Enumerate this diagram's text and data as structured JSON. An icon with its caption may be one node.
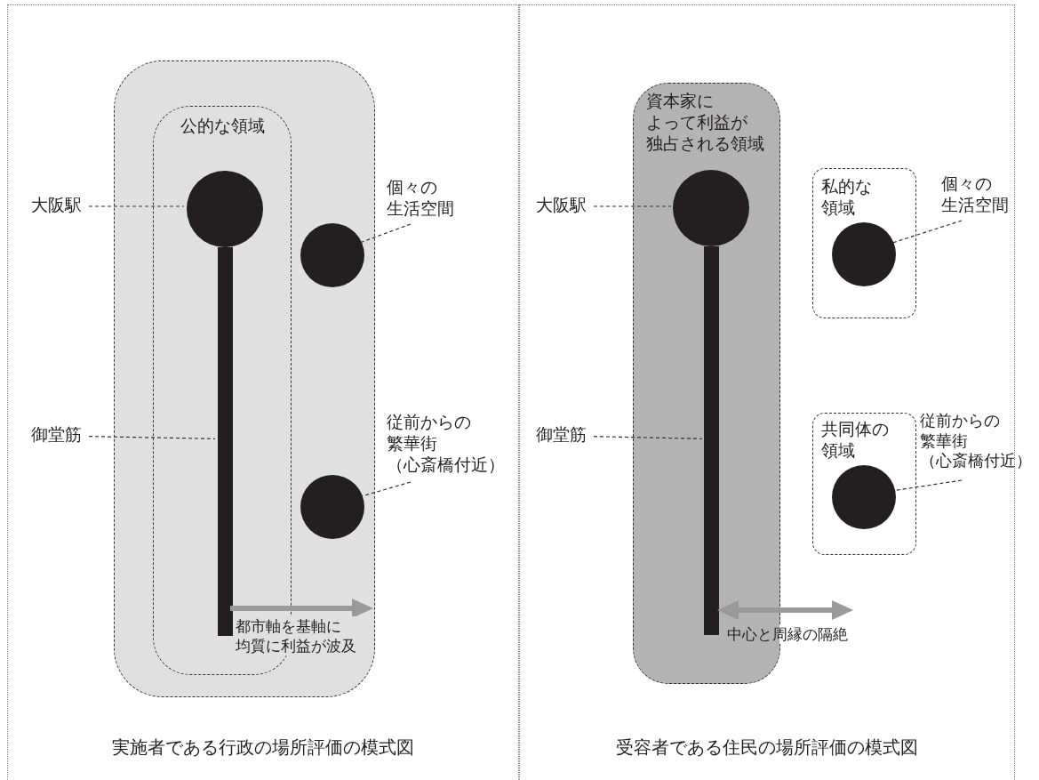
{
  "diagram": {
    "nodes": [
      {
        "text": [
          "実施者である行政の場所評価の模式図"
        ]
      },
      {
        "text": [],
        "shape": "box",
        "in": 0
      },
      {
        "text": [
          "公的な領域"
        ],
        "in": 1
      },
      {
        "text": [],
        "shape": "circle",
        "in": 2
      },
      {
        "text": [],
        "shape": "bar",
        "in": 2
      },
      {
        "text": [],
        "shape": "circle",
        "in": 1
      },
      {
        "text": [],
        "shape": "circle",
        "in": 1
      },
      {
        "text": [
          "大阪駅"
        ],
        "in": 0
      },
      {
        "text": [
          "御堂筋"
        ],
        "in": 0
      },
      {
        "text": [
          "個々の生活空間"
        ],
        "in": 0
      },
      {
        "text": [
          "従前からの繁華街（心斎橋付近）"
        ],
        "in": 0
      },
      {
        "text": [
          "受容者である住民の場所評価の模式図"
        ]
      },
      {
        "text": [
          "資本家によって利益が独占される領域"
        ],
        "in": 11
      },
      {
        "text": [],
        "shape": "circle",
        "in": 12
      },
      {
        "text": [],
        "shape": "bar",
        "in": 12
      },
      {
        "text": [
          "私的な領域"
        ],
        "in": 11
      },
      {
        "text": [],
        "shape": "circle",
        "in": 15
      },
      {
        "text": [
          "共同体の領域"
        ],
        "in": 11
      },
      {
        "text": [],
        "shape": "circle",
        "in": 17
      },
      {
        "text": [
          "大阪駅"
        ],
        "in": 11
      },
      {
        "text": [
          "御堂筋"
        ],
        "in": 11
      },
      {
        "text": [
          "個々の生活空間"
        ],
        "in": 11
      },
      {
        "text": [
          "従前からの繁華街（心斎橋付近）"
        ]
      }
    ],
    "edges": [
      {
        "from": 7,
        "to": 3,
        "arrow": "none",
        "style": "dashed"
      },
      {
        "from": 8,
        "to": 4,
        "arrow": "none",
        "style": "dashed"
      },
      {
        "from": 9,
        "to": 5,
        "arrow": "none",
        "style": "dashed"
      },
      {
        "from": 10,
        "to": 6,
        "arrow": "none",
        "style": "dashed"
      },
      {
        "from": 4,
        "to": null,
        "arrow": "to",
        "style": "thick",
        "color": "#9a9a9a",
        "label": "都市軸を基軸に均質に利益が波及"
      },
      {
        "from": 19,
        "to": 13,
        "arrow": "none",
        "style": "dashed"
      },
      {
        "from": 20,
        "to": 14,
        "arrow": "none",
        "style": "dashed"
      },
      {
        "from": 21,
        "to": 16,
        "arrow": "none",
        "style": "dashed"
      },
      {
        "from": 22,
        "to": 18,
        "arrow": "none",
        "style": "dashed"
      },
      {
        "from": 14,
        "to": null,
        "arrow": "both",
        "style": "thick",
        "color": "#9a9a9a",
        "label": "中心と周縁の隔絶"
      }
    ]
  }
}
